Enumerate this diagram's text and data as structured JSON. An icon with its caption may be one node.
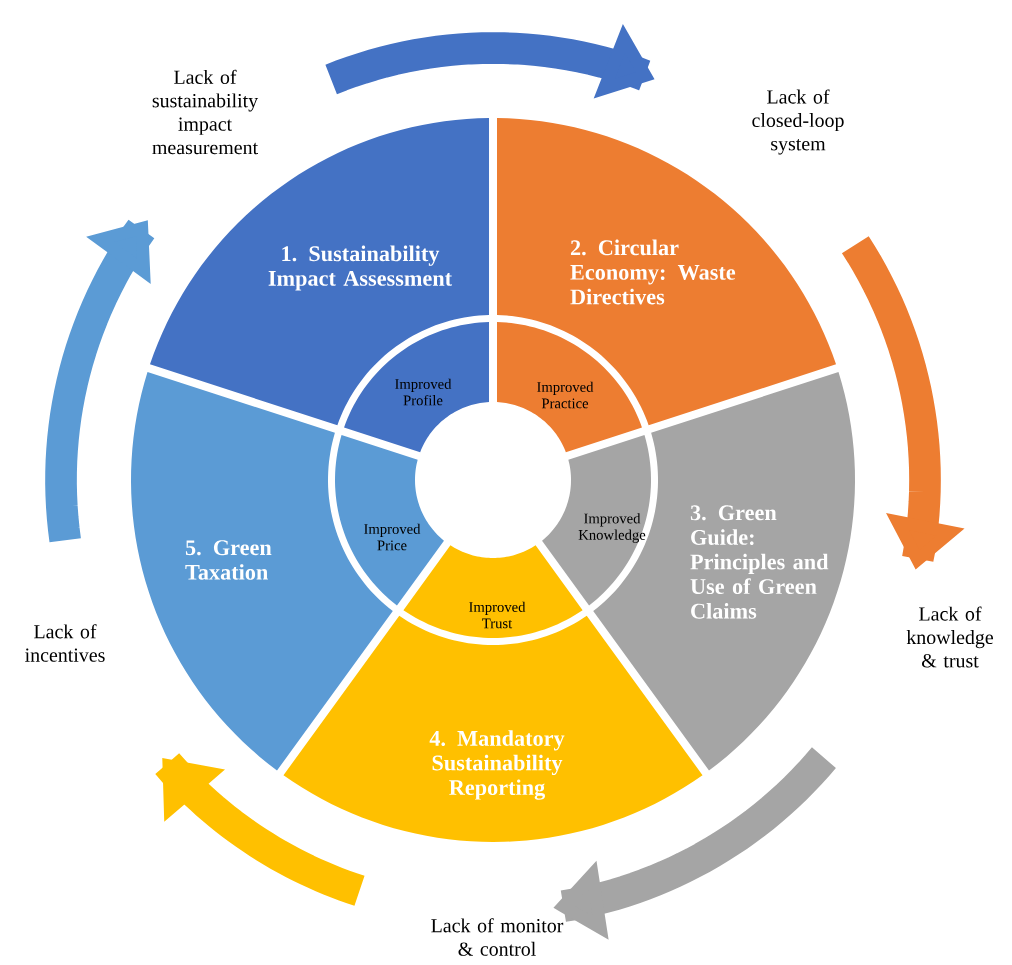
{
  "diagram": {
    "nodes": [
      {
        "text": [
          "1. Sustainability Impact Assessment"
        ]
      },
      {
        "text": [
          "2. Circular Economy: Waste Directives"
        ]
      },
      {
        "text": [
          "3. Green Guide: Principles and Use of Green Claims"
        ]
      },
      {
        "text": [
          "4. Mandatory Sustainability Reporting"
        ]
      },
      {
        "text": [
          "5. Green Taxation"
        ]
      },
      {
        "text": [
          "Improved Profile"
        ]
      },
      {
        "text": [
          "Improved Practice"
        ]
      },
      {
        "text": [
          "Improved Knowledge"
        ]
      },
      {
        "text": [
          "Improved Trust"
        ]
      },
      {
        "text": [
          "Improved Price"
        ]
      }
    ],
    "labels": [
      "Lack of sustainability impact measurement",
      "Lack of closed-loop system",
      "Lack of knowledge & trust",
      "Lack of monitor & control",
      "Lack of incentives"
    ]
  }
}
